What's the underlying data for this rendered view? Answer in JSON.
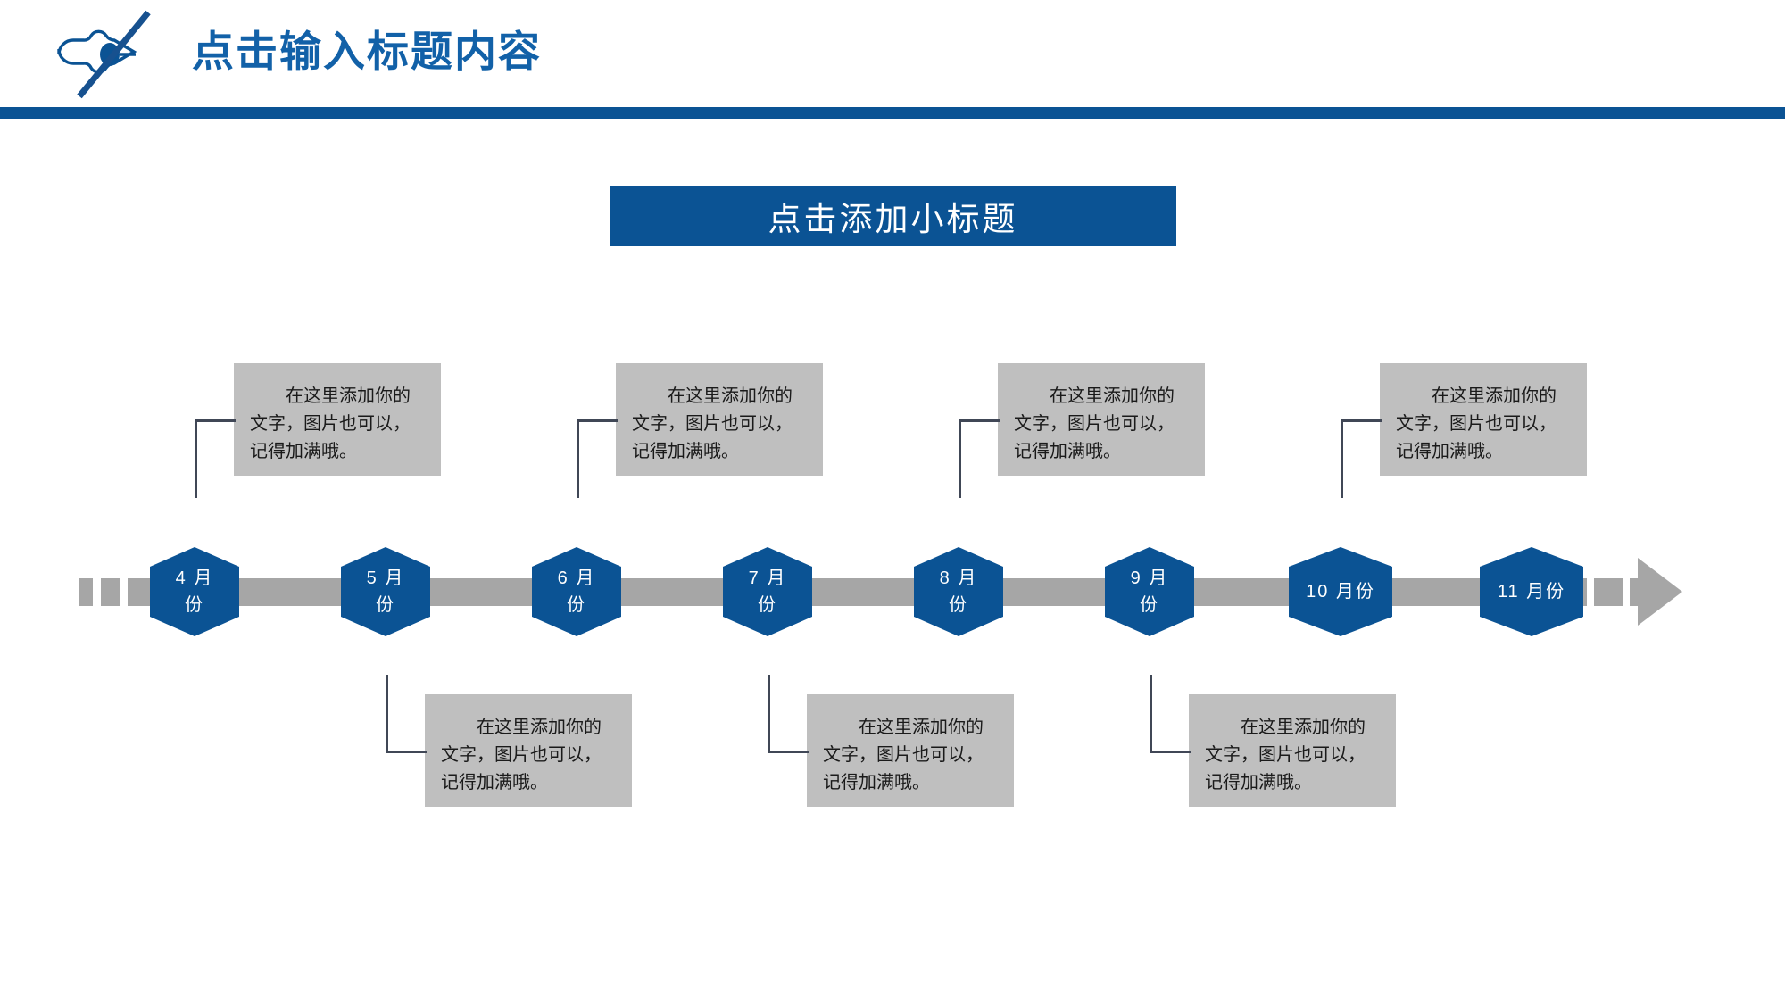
{
  "header": {
    "logo_icon": "pen-nib-slash-icon",
    "title": "点击输入标题内容",
    "rule_color": "#0b5394",
    "title_color": "#1261a8"
  },
  "subtitle": {
    "text": "点击添加小标题",
    "background_color": "#0b5394",
    "text_color": "#ffffff"
  },
  "timeline": {
    "track_color": "#a6a6a6",
    "node_color": "#0b5394",
    "callout_color": "#bfbfbf",
    "connector_color": "#404756",
    "arrow_icon": "right-arrow-icon",
    "nodes": [
      {
        "label": "4 月\n份",
        "month": "4月份",
        "position": "above",
        "callout": "在这里添加你的文字，图片也可以，记得加满哦。"
      },
      {
        "label": "5 月\n份",
        "month": "5月份",
        "position": "below",
        "callout": "在这里添加你的文字，图片也可以，记得加满哦。"
      },
      {
        "label": "6 月\n份",
        "month": "6月份",
        "position": "above",
        "callout": "在这里添加你的文字，图片也可以，记得加满哦。"
      },
      {
        "label": "7 月\n份",
        "month": "7月份",
        "position": "below",
        "callout": "在这里添加你的文字，图片也可以，记得加满哦。"
      },
      {
        "label": "8 月\n份",
        "month": "8月份",
        "position": "above",
        "callout": "在这里添加你的文字，图片也可以，记得加满哦。"
      },
      {
        "label": "9 月\n份",
        "month": "9月份",
        "position": "below",
        "callout": "在这里添加你的文字，图片也可以，记得加满哦。"
      },
      {
        "label": "10 月份",
        "month": "10月份",
        "position": "above",
        "callout": "在这里添加你的文字，图片也可以，记得加满哦。"
      },
      {
        "label": "11 月份",
        "month": "11月份",
        "position": "none",
        "callout": ""
      }
    ]
  }
}
